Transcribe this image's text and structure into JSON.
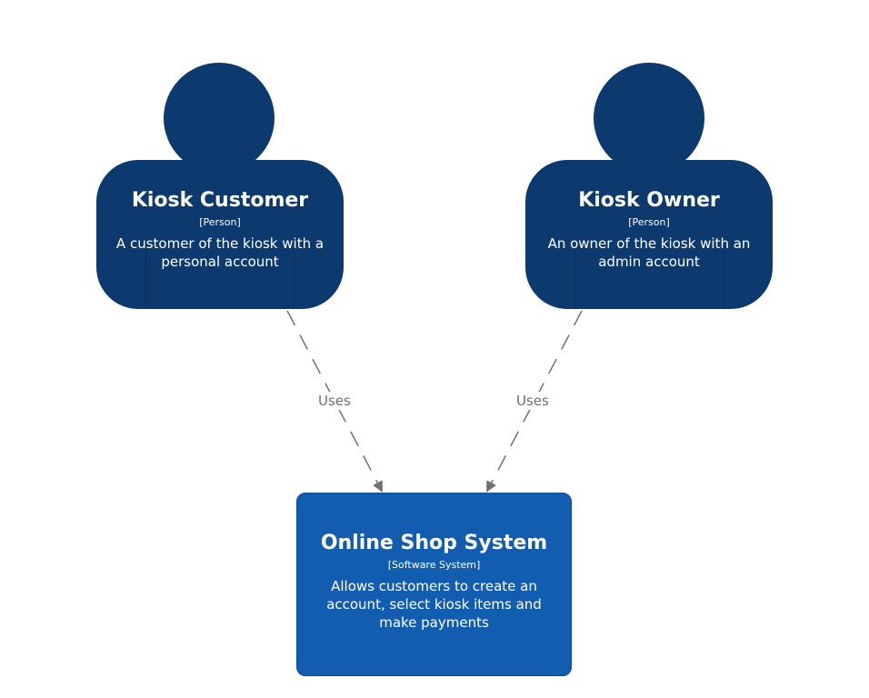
{
  "colors": {
    "person": "#0d3a6e",
    "software_system": "#135db0",
    "edge": "#707070",
    "background": "#ffffff"
  },
  "nodes": {
    "customer": {
      "title": "Kiosk Customer",
      "type": "[Person]",
      "description": "A customer of the kiosk with a personal account"
    },
    "owner": {
      "title": "Kiosk Owner",
      "type": "[Person]",
      "description": "An owner of the kiosk with an admin account"
    },
    "system": {
      "title": "Online Shop System",
      "type": "[Software System]",
      "description": "Allows customers to create an account, select kiosk items and make payments"
    }
  },
  "edges": [
    {
      "from": "customer",
      "to": "system",
      "label": "Uses",
      "style": "dashed"
    },
    {
      "from": "owner",
      "to": "system",
      "label": "Uses",
      "style": "dashed"
    }
  ]
}
